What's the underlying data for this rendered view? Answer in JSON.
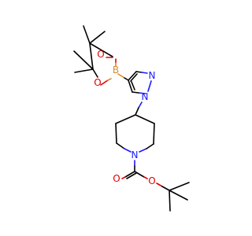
{
  "molecule": {
    "atom_labels": {
      "boron": "B",
      "ring_o_upper": "O",
      "ring_o_lower": "O",
      "pyrazole_n_top": "N",
      "pyrazole_n_link": "N",
      "piperidine_n": "N",
      "carbonyl_o": "O",
      "ester_o": "O"
    },
    "colors": {
      "carbon_bond": "#000000",
      "nitrogen": "#1a1aff",
      "oxygen": "#e00000",
      "boron": "#d98a2b",
      "background": "#ffffff"
    }
  }
}
